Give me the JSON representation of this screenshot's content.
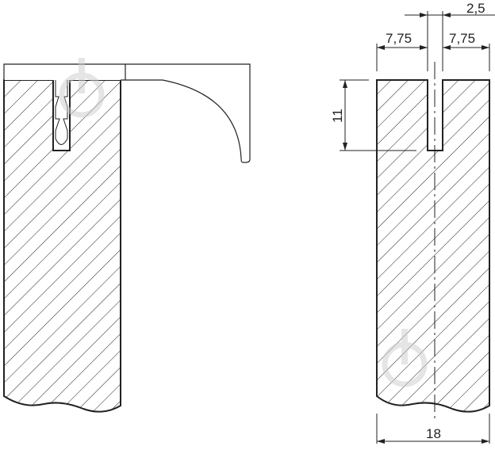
{
  "drawing": {
    "title": "Edge profile cross-section with slot dimensions",
    "dimensions": {
      "slot_width": "2,5",
      "left_wall": "7,75",
      "right_wall": "7,75",
      "slot_depth": "11",
      "total_width": "18"
    },
    "colors": {
      "line": "#222222",
      "watermark": "#d8d8d8"
    }
  }
}
